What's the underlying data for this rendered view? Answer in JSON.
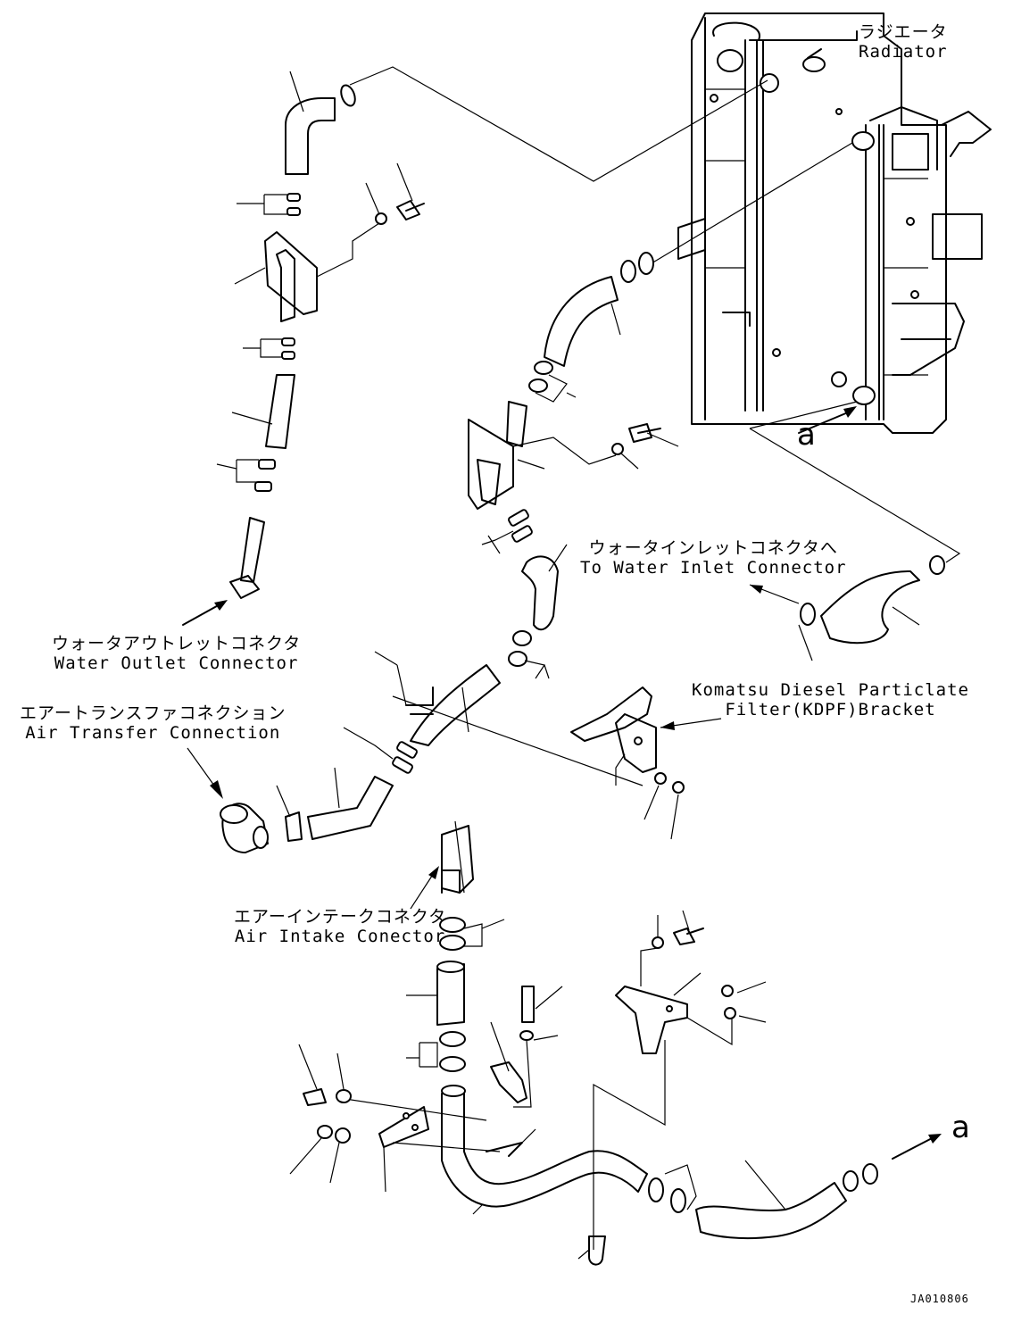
{
  "labels": {
    "radiator": {
      "jp": "ラジエータ",
      "en": "Radiator"
    },
    "water_inlet": {
      "jp": "ウォータインレットコネクタへ",
      "en": "To Water Inlet Connector"
    },
    "water_outlet": {
      "jp": "ウォータアウトレットコネクタ",
      "en": "Water Outlet Connector"
    },
    "kdpf_bracket": {
      "line1": "Komatsu Diesel Particlate",
      "line2": "Filter(KDPF)Bracket"
    },
    "air_transfer": {
      "jp": "エアートランスファコネクション",
      "en": "Air Transfer Connection"
    },
    "air_intake": {
      "jp": "エアーインテークコネクタ",
      "en": "Air Intake Conector"
    }
  },
  "callouts": {
    "a_upper": "a",
    "a_lower": "a"
  },
  "drawing_id": "JA010806",
  "colors": {
    "line": "#000000",
    "background": "#ffffff"
  }
}
